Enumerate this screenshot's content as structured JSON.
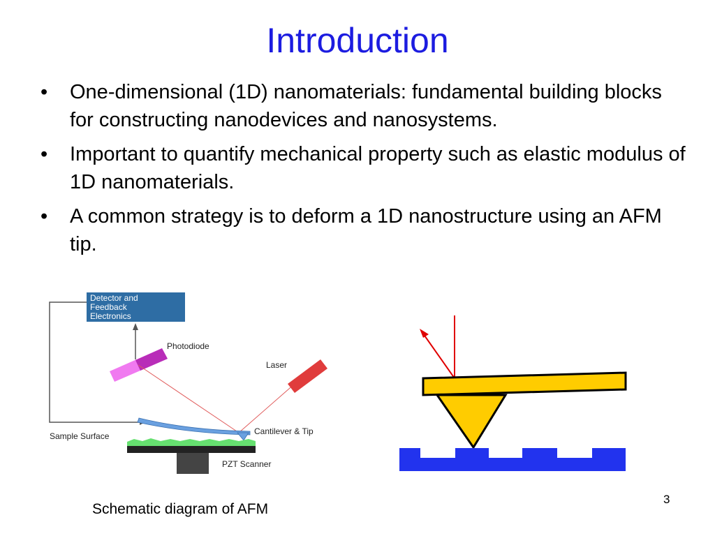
{
  "slide": {
    "title": "Introduction",
    "bullets": [
      "One-dimensional (1D) nanomaterials: fundamental building blocks for constructing nanodevices and nanosystems.",
      "Important to quantify mechanical property such as elastic modulus of 1D nanomaterials.",
      "A common strategy is to deform a 1D nanostructure using an AFM tip."
    ],
    "bullet_glyph": "•",
    "caption": "Schematic diagram of AFM",
    "page_number": "3"
  },
  "afm_diagram": {
    "labels": {
      "detector_line1": "Detector and",
      "detector_line2": "Feedback",
      "detector_line3": "Electronics",
      "photodiode": "Photodiode",
      "laser": "Laser",
      "cantilever": "Cantilever & Tip",
      "sample": "Sample Surface",
      "scanner": "PZT Scanner"
    },
    "colors": {
      "detector_box": "#2e6da4",
      "photodiode": "#e040e0",
      "laser": "#e03c3c",
      "beam": "#e05a5a",
      "cantilever": "#6aa0e0",
      "sample": "#66e070",
      "stage": "#222222",
      "feedback_line": "#555555"
    }
  },
  "tip_diagram": {
    "colors": {
      "cantilever": "#ffcc00",
      "tip": "#ffcc00",
      "outline": "#000000",
      "surface": "#2233ee",
      "laser": "#e00000"
    }
  }
}
